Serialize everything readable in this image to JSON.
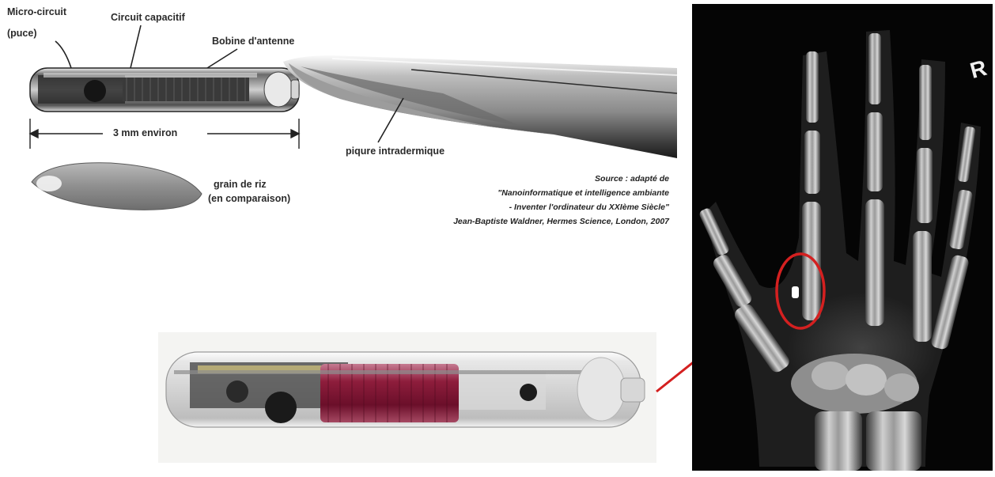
{
  "labels": {
    "micro_circuit": "Micro-circuit",
    "micro_circuit_sub": "(puce)",
    "circuit_capacitif": "Circuit capacitif",
    "bobine": "Bobine d'antenne",
    "dimension": "3 mm environ",
    "grain_line1": "grain de riz",
    "grain_line2": "(en comparaison)",
    "piqure": "piqure intradermique"
  },
  "source": {
    "line1": "Source : adapté de",
    "line2": "\"Nanoinformatique et intelligence ambiante",
    "line3": "- Inventer l'ordinateur du XXIème Siècle\"",
    "line4": "Jean-Baptiste Waldner, Hermes Science, London, 2007"
  },
  "xray": {
    "side_marker": "R"
  },
  "colors": {
    "highlight": "#d42020",
    "xray_background": "#050505"
  },
  "icons": [
    "rfid-capsule-diagram",
    "needle-bevel",
    "rice-grain",
    "rfid-capsule-photo",
    "hand-xray",
    "implant-highlight-circle",
    "pointer-arrow"
  ]
}
